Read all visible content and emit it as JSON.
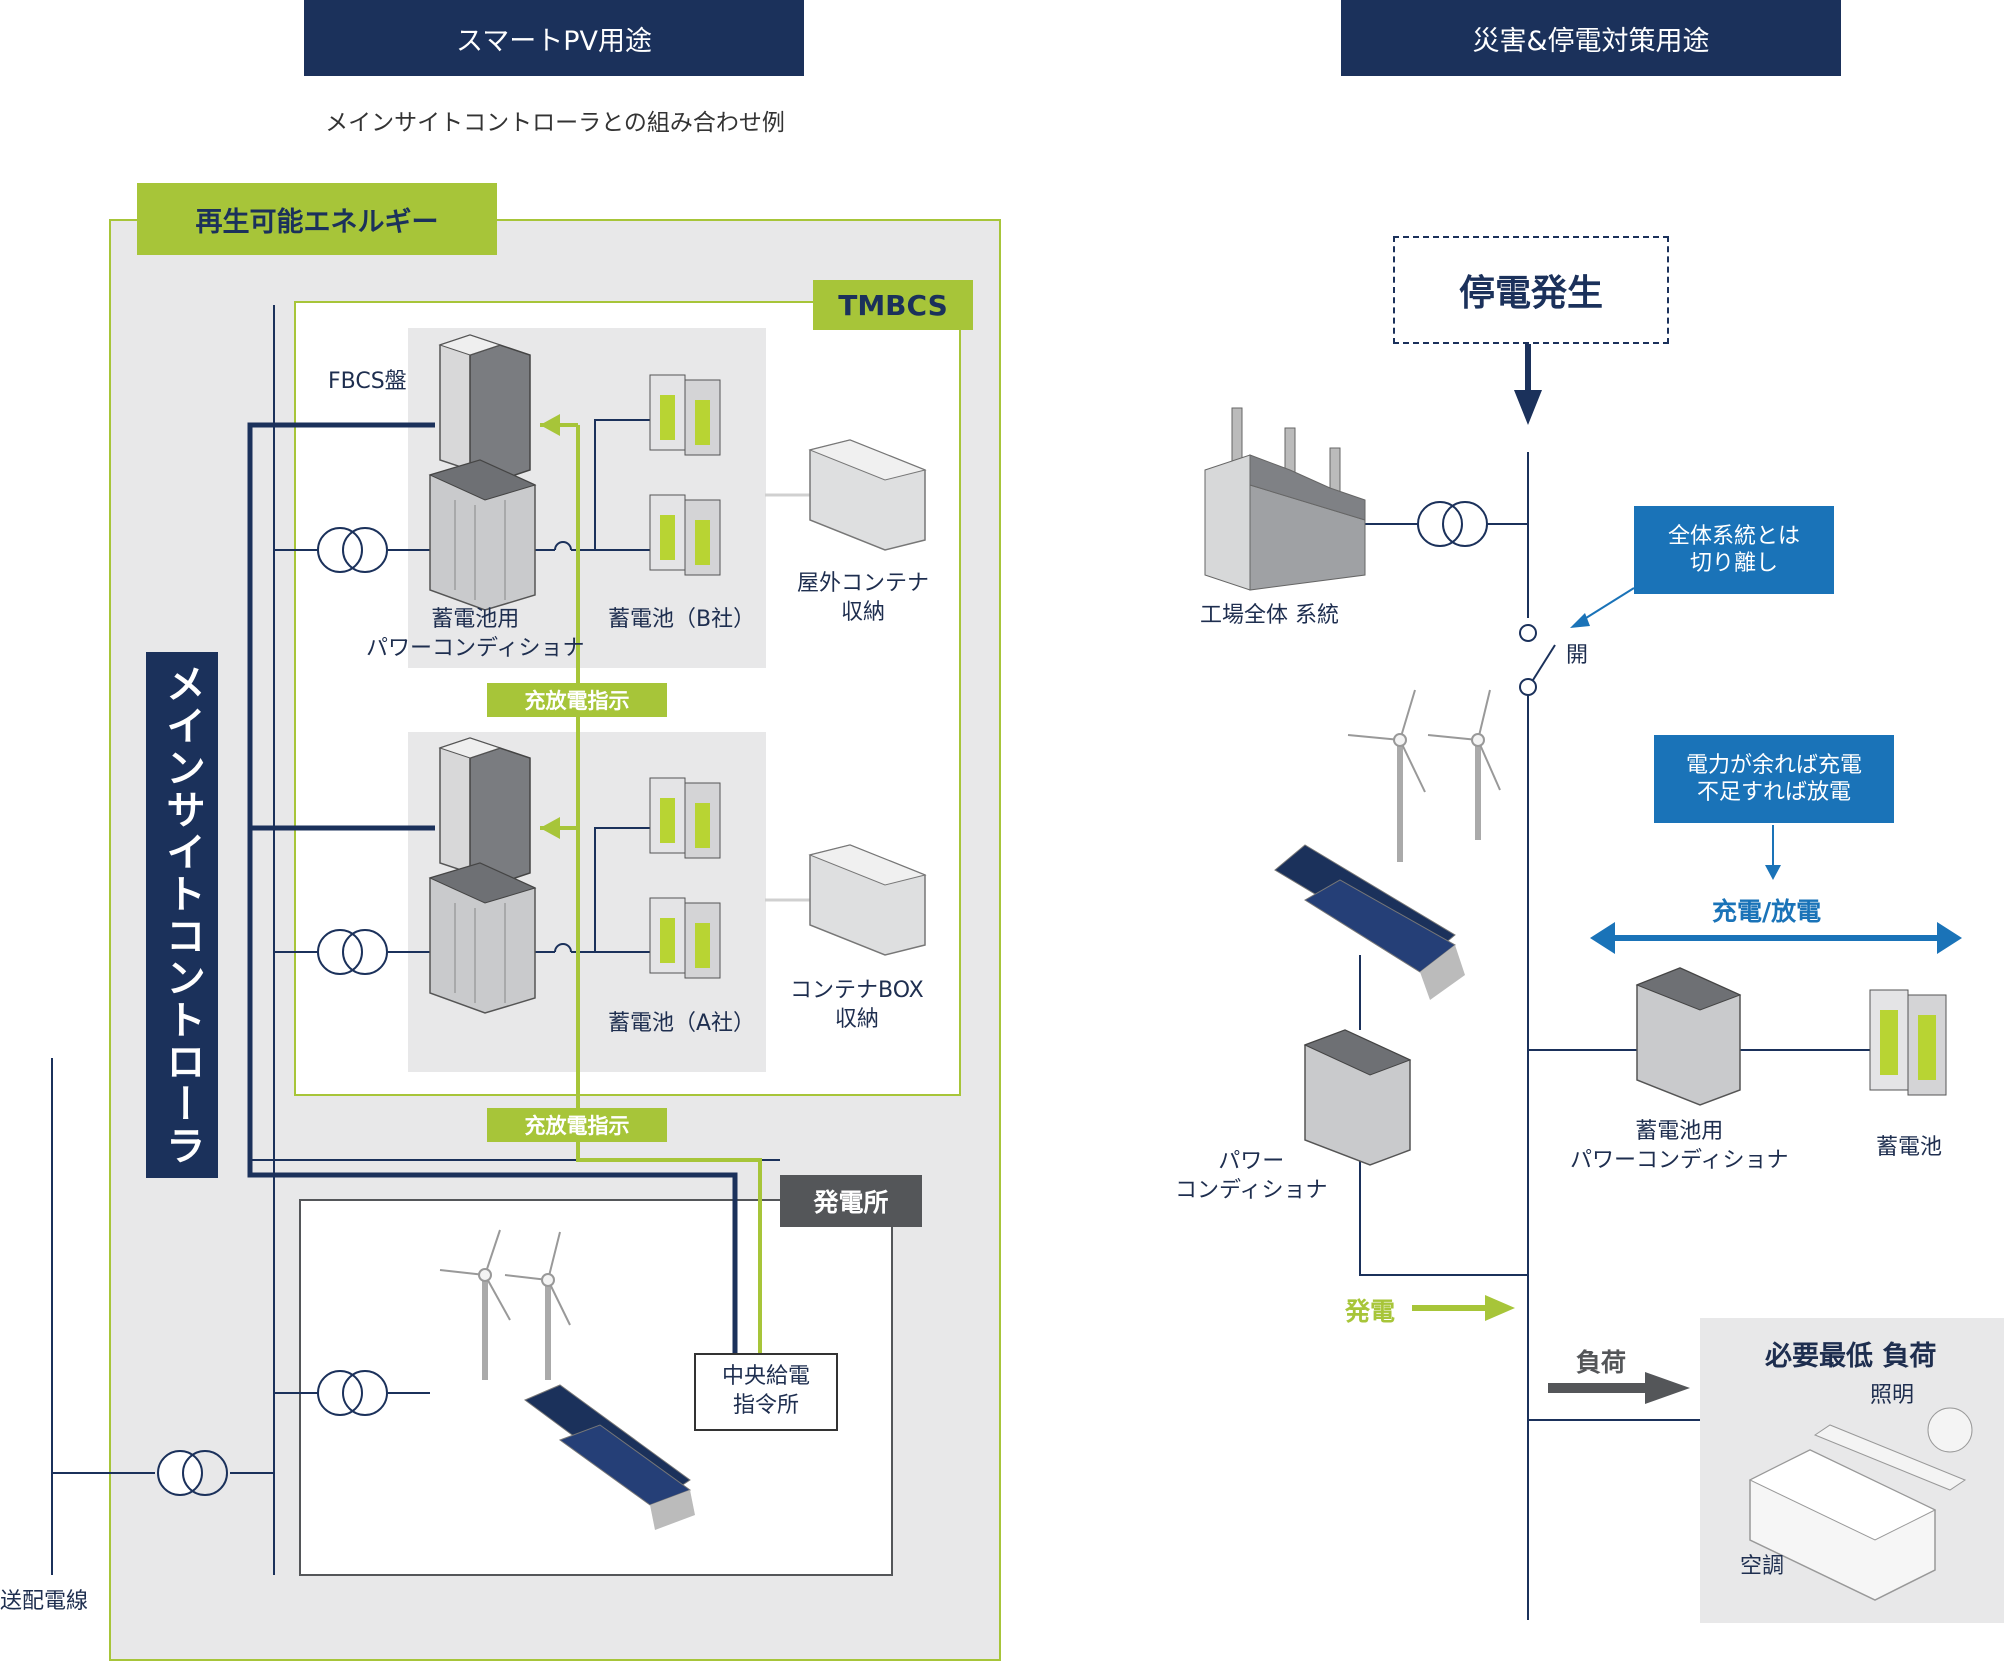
{
  "left": {
    "header": "スマートPV用途",
    "subtitle": "メインサイトコントローラとの組み合わせ例",
    "renewable_label": "再生可能エネルギー",
    "tmbcs_label": "TMBCS",
    "fbcs_label": "FBCS盤",
    "pcs_label_line1": "蓄電池用",
    "pcs_label_line2": "パワーコンディショナ",
    "battery_b_label": "蓄電池（B社）",
    "container_outdoor_line1": "屋外コンテナ",
    "container_outdoor_line2": "収納",
    "charge_cmd_1": "充放電指示",
    "battery_a_label": "蓄電池（A社）",
    "container_box_line1": "コンテナBOX",
    "container_box_line2": "収納",
    "charge_cmd_2": "充放電指示",
    "controller_label": "メインサイトコントローラ",
    "powerplant_label": "発電所",
    "central_line1": "中央給電",
    "central_line2": "指令所",
    "grid_label": "送配電線"
  },
  "right": {
    "header": "災害&停電対策用途",
    "outage_label": "停電発生",
    "factory_label": "工場全体 系統",
    "isolate_line1": "全体系統とは",
    "isolate_line2": "切り離し",
    "open_label": "開",
    "surplus_line1": "電力が余れば充電",
    "surplus_line2": "不足すれば放電",
    "charge_discharge_label": "充電/放電",
    "pcs_label_line1": "蓄電池用",
    "pcs_label_line2": "パワーコンディショナ",
    "battery_label": "蓄電池",
    "pv_pcs_line1": "パワー",
    "pv_pcs_line2": "コンディショナ",
    "generation_label": "発電",
    "load_label": "負荷",
    "min_load_label": "必要最低 負荷",
    "lighting_label": "照明",
    "aircon_label": "空調"
  },
  "colors": {
    "navy": "#1b315b",
    "green": "#a7c539",
    "blue": "#1a73b8",
    "dark_gray": "#545659",
    "panel_gray": "#e8e8e9"
  }
}
